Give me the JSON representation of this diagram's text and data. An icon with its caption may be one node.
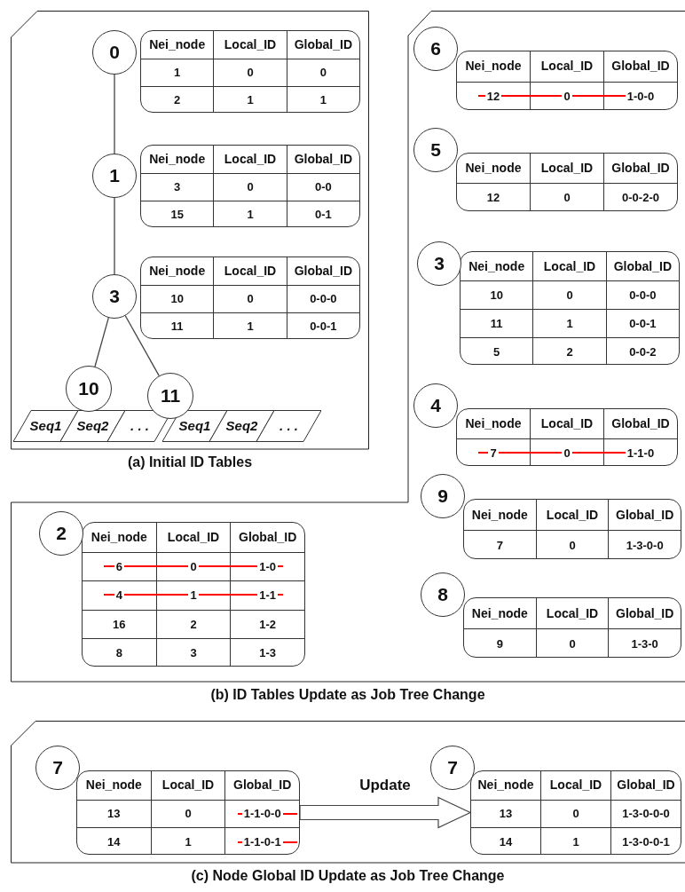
{
  "diagram": {
    "nodes": [
      {
        "text": [
          "(a) Initial ID Tables"
        ]
      },
      {
        "text": [
          "0"
        ],
        "in": 0
      },
      {
        "text": [
          "Nei_node",
          "Local_ID",
          "Global_ID",
          "1",
          "0",
          "0",
          "2",
          "1",
          "1"
        ],
        "in": 0
      },
      {
        "text": [
          "1"
        ],
        "in": 0
      },
      {
        "text": [
          "Nei_node",
          "Local_ID",
          "Global_ID",
          "3",
          "0",
          "0-0",
          "15",
          "1",
          "0-1"
        ],
        "in": 0
      },
      {
        "text": [
          "3"
        ],
        "in": 0
      },
      {
        "text": [
          "Nei_node",
          "Local_ID",
          "Global_ID",
          "10",
          "0",
          "0-0-0",
          "11",
          "1",
          "0-0-1"
        ],
        "in": 0
      },
      {
        "text": [
          "10"
        ],
        "in": 0
      },
      {
        "text": [
          "11"
        ],
        "in": 0
      },
      {
        "text": [
          "Seq1"
        ],
        "in": 0
      },
      {
        "text": [
          "Seq2"
        ],
        "in": 0
      },
      {
        "text": [
          ". . ."
        ],
        "in": 0
      },
      {
        "text": [
          "Seq1"
        ],
        "in": 0
      },
      {
        "text": [
          "Seq2"
        ],
        "in": 0
      },
      {
        "text": [
          ". . ."
        ],
        "in": 0
      },
      {
        "text": [
          "(b) ID Tables Update as Job Tree Change"
        ]
      },
      {
        "text": [
          "6"
        ],
        "in": 15
      },
      {
        "text": [
          "Nei_node",
          "Local_ID",
          "Global_ID",
          "12",
          "0",
          "1-0-0"
        ],
        "in": 15
      },
      {
        "text": [
          "5"
        ],
        "in": 15
      },
      {
        "text": [
          "Nei_node",
          "Local_ID",
          "Global_ID",
          "12",
          "0",
          "0-0-2-0"
        ],
        "in": 15
      },
      {
        "text": [
          "3"
        ],
        "in": 15
      },
      {
        "text": [
          "Nei_node",
          "Local_ID",
          "Global_ID",
          "10",
          "0",
          "0-0-0",
          "11",
          "1",
          "0-0-1",
          "5",
          "2",
          "0-0-2"
        ],
        "in": 15
      },
      {
        "text": [
          "4"
        ],
        "in": 15
      },
      {
        "text": [
          "Nei_node",
          "Local_ID",
          "Global_ID",
          "7",
          "0",
          "1-1-0"
        ],
        "in": 15
      },
      {
        "text": [
          "9"
        ],
        "in": 15
      },
      {
        "text": [
          "Nei_node",
          "Local_ID",
          "Global_ID",
          "7",
          "0",
          "1-3-0-0"
        ],
        "in": 15
      },
      {
        "text": [
          "8"
        ],
        "in": 15
      },
      {
        "text": [
          "Nei_node",
          "Local_ID",
          "Global_ID",
          "9",
          "0",
          "1-3-0"
        ],
        "in": 15
      },
      {
        "text": [
          "2"
        ],
        "in": 15
      },
      {
        "text": [
          "Nei_node",
          "Local_ID",
          "Global_ID",
          "6",
          "0",
          "1-0",
          "4",
          "1",
          "1-1",
          "16",
          "2",
          "1-2",
          "8",
          "3",
          "1-3"
        ],
        "in": 15
      },
      {
        "text": [
          "(c) Node Global ID Update as Job Tree Change"
        ]
      },
      {
        "text": [
          "7"
        ],
        "in": 30
      },
      {
        "text": [
          "Nei_node",
          "Local_ID",
          "Global_ID",
          "13",
          "0",
          "1-1-0-0",
          "14",
          "1",
          "1-1-0-1"
        ],
        "in": 30
      },
      {
        "text": [
          "7"
        ],
        "in": 30
      },
      {
        "text": [
          "Nei_node",
          "Local_ID",
          "Global_ID",
          "13",
          "0",
          "1-3-0-0-0",
          "14",
          "1",
          "1-3-0-0-1"
        ],
        "in": 30
      }
    ],
    "edges": [
      {
        "from": 1,
        "to": 3,
        "arrow": "none"
      },
      {
        "from": 3,
        "to": 5,
        "arrow": "none"
      },
      {
        "from": 5,
        "to": 7,
        "arrow": "none"
      },
      {
        "from": 5,
        "to": 8,
        "arrow": "none"
      },
      {
        "from": 32,
        "to": 34,
        "arrow": "to",
        "label": "Update",
        "style": "thick"
      }
    ]
  }
}
